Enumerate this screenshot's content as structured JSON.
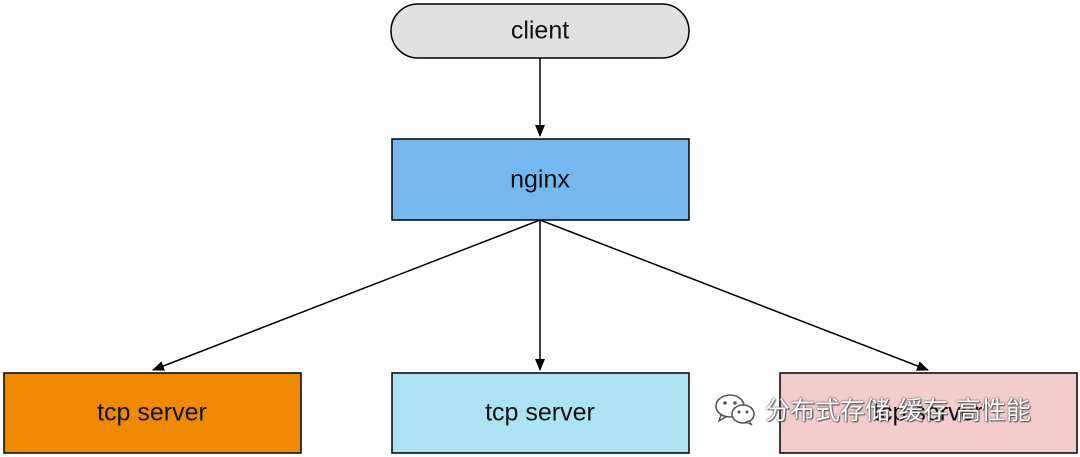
{
  "nodes": {
    "client": {
      "label": "client",
      "color": "#e0e0e0"
    },
    "nginx": {
      "label": "nginx",
      "color": "#75b8f0"
    },
    "server_left": {
      "label": "tcp server",
      "color": "#ee8900"
    },
    "server_center": {
      "label": "tcp server",
      "color": "#ace3f2"
    },
    "server_right": {
      "label": "tcp server",
      "color": "#f3cccc"
    }
  },
  "edges": [
    {
      "from": "client",
      "to": "nginx"
    },
    {
      "from": "nginx",
      "to": "server_left"
    },
    {
      "from": "nginx",
      "to": "server_center"
    },
    {
      "from": "nginx",
      "to": "server_right"
    }
  ],
  "watermark": {
    "text": "分布式存储 缓存 高性能",
    "icon": "wechat-icon"
  }
}
